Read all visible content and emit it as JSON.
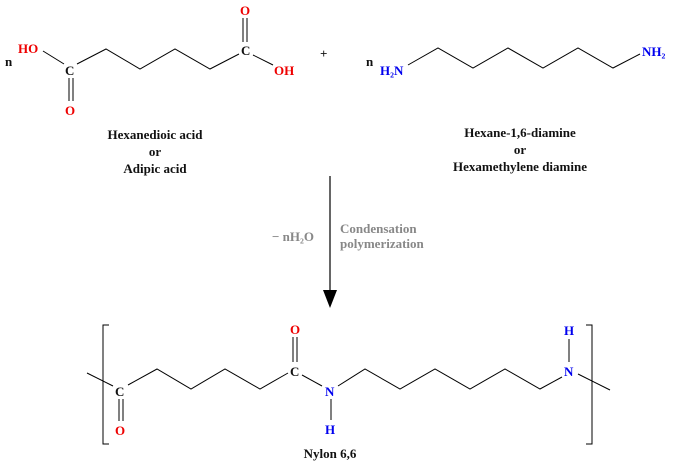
{
  "reactant1": {
    "coef": "n",
    "oh_left": "HO",
    "carbon": "C",
    "oxygen": "O",
    "oh_right": "OH",
    "name1": "Hexanedioic acid",
    "or": "or",
    "name2": "Adipic acid"
  },
  "plus": "+",
  "reactant2": {
    "coef": "n",
    "h2n": "H₂N",
    "nh2": "NH₂",
    "name1": "Hexane-1,6-diamine",
    "or": "or",
    "name2": "Hexamethylene diamine"
  },
  "conditions": {
    "byproduct": "− nH₂O",
    "line1": "Condensation",
    "line2": "polymerization"
  },
  "product": {
    "carbon": "C",
    "oxygen": "O",
    "nitrogen": "N",
    "hydrogen": "H",
    "name": "Nylon 6,6"
  },
  "colors": {
    "oxygen": "#ee0000",
    "nitrogen": "#0000ee",
    "conditions": "#888888"
  }
}
